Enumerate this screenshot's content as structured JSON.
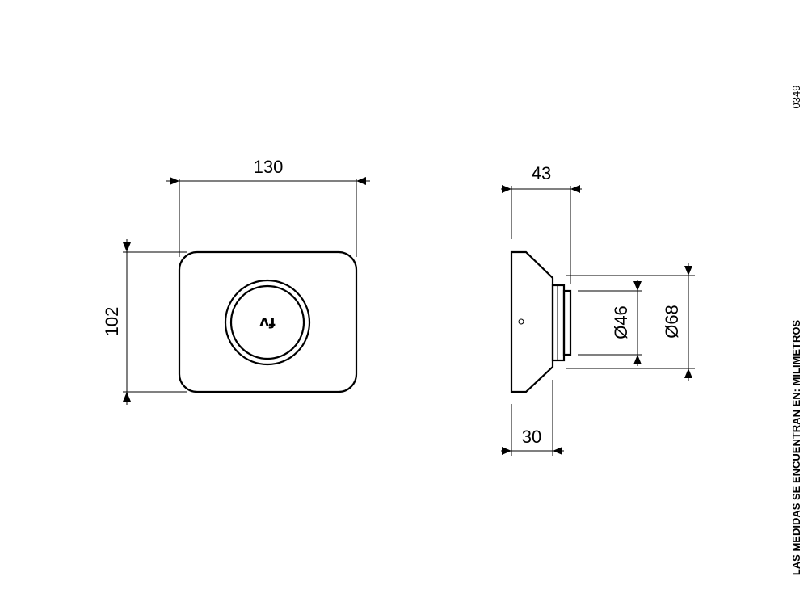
{
  "drawing_code": "0349",
  "units_note": "LAS MEDIDAS SE ENCUENTRAN EN: MILIMETROS",
  "front_view": {
    "width_label": "130",
    "height_label": "102",
    "logo_icon": "fv-logo-icon"
  },
  "side_view": {
    "depth_label": "43",
    "base_depth_label": "30",
    "inner_diameter_label": "Ø46",
    "outer_diameter_label": "Ø68"
  }
}
